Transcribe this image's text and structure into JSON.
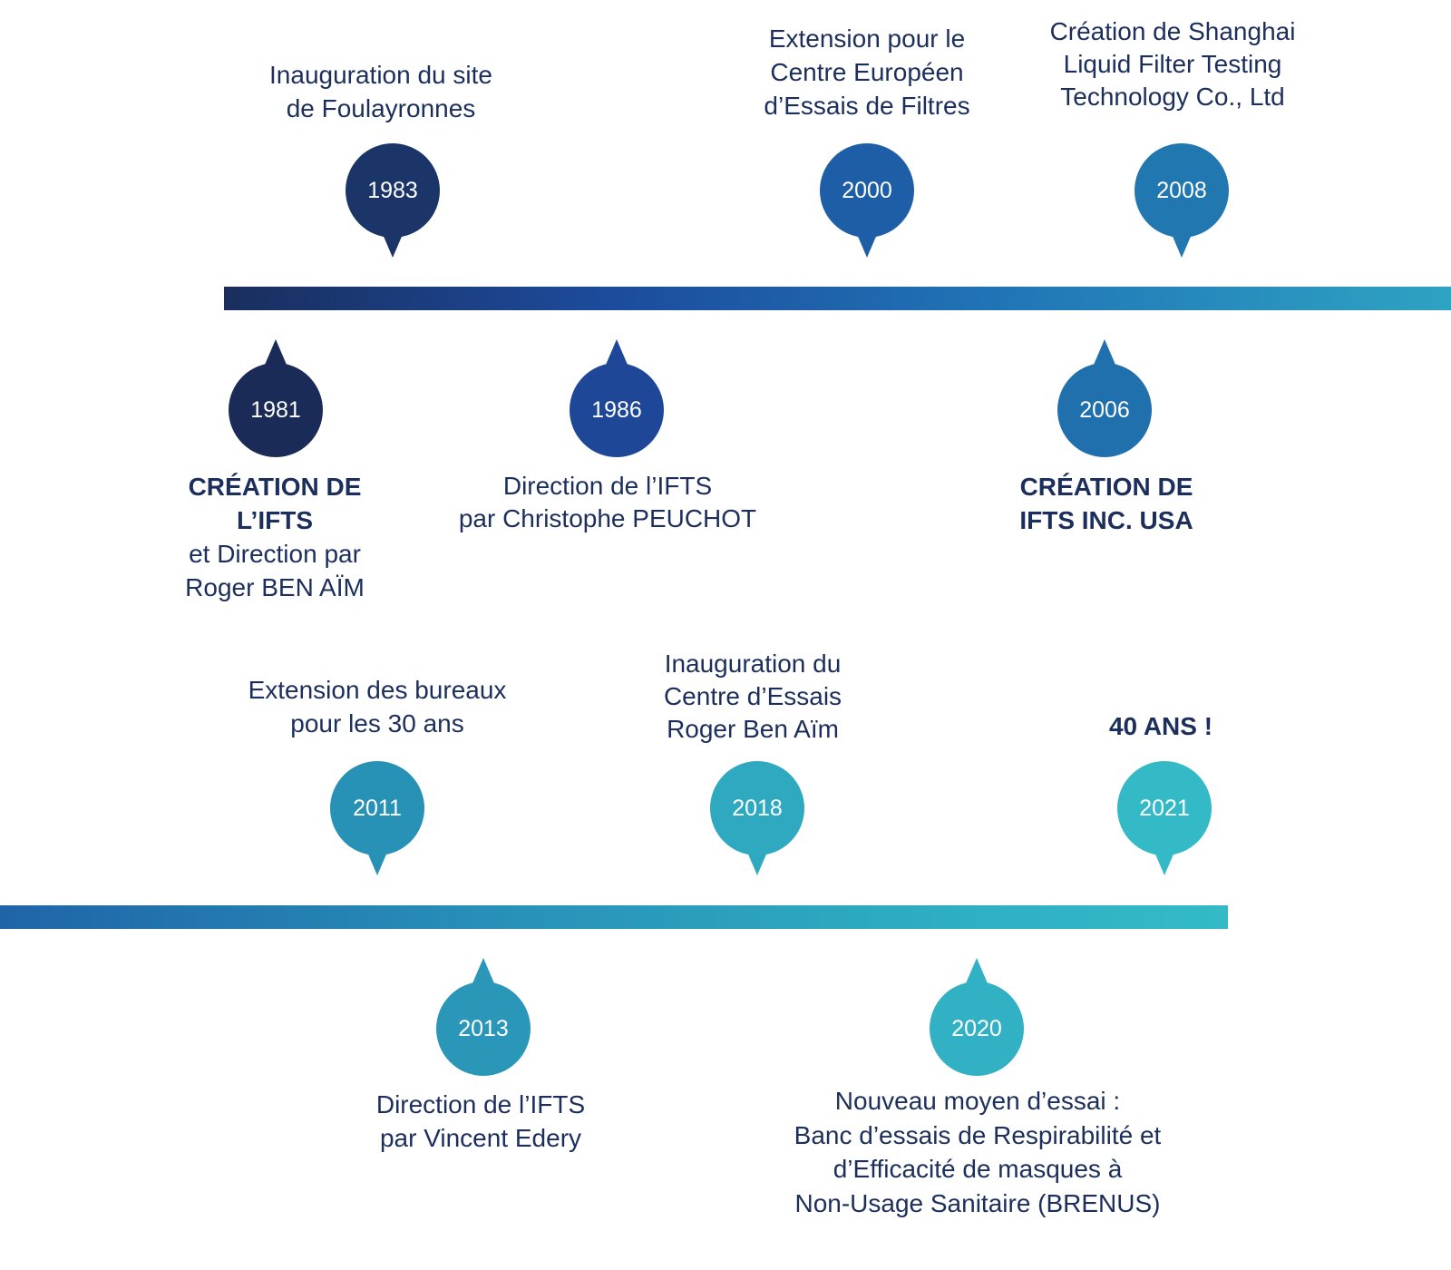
{
  "colors": {
    "text": "#1c2f5c",
    "y1981": "#1a2b58",
    "y1983": "#1b3568",
    "y1986": "#1e4797",
    "y2000": "#1e5ea6",
    "y2006": "#2070ae",
    "y2008": "#2177b0",
    "y2011": "#2891b6",
    "y2013": "#2a96b8",
    "y2018": "#2ea9c0",
    "y2020": "#31b1c3",
    "y2021": "#34b9c6"
  },
  "events": {
    "e1981": {
      "year": "1981",
      "strong": [
        "CRÉATION DE",
        "L’IFTS"
      ],
      "text": [
        "et Direction par",
        "Roger BEN AÏM"
      ]
    },
    "e1983": {
      "year": "1983",
      "text": [
        "Inauguration du site",
        "de Foulayronnes"
      ]
    },
    "e1986": {
      "year": "1986",
      "text": [
        "Direction de l’IFTS",
        "par Christophe PEUCHOT"
      ]
    },
    "e2000": {
      "year": "2000",
      "text": [
        "Extension pour le",
        "Centre Européen",
        "d’Essais de Filtres"
      ]
    },
    "e2006": {
      "year": "2006",
      "strong": [
        "CRÉATION DE",
        "IFTS INC. USA"
      ]
    },
    "e2008": {
      "year": "2008",
      "text": [
        "Création de Shanghai",
        "Liquid Filter Testing",
        "Technology Co., Ltd"
      ]
    },
    "e2011": {
      "year": "2011",
      "text": [
        "Extension des bureaux",
        "pour les 30 ans"
      ]
    },
    "e2013": {
      "year": "2013",
      "text": [
        "Direction de l’IFTS",
        "par Vincent Edery"
      ]
    },
    "e2018": {
      "year": "2018",
      "text": [
        "Inauguration du",
        "Centre d’Essais",
        "Roger Ben Aïm"
      ]
    },
    "e2020": {
      "year": "2020",
      "text": [
        "Nouveau moyen d’essai :",
        "Banc d’essais de Respirabilité et",
        "d’Efficacité de masques à",
        "Non-Usage Sanitaire (BRENUS)"
      ]
    },
    "e2021": {
      "year": "2021",
      "strong": [
        "40 ANS !"
      ]
    }
  }
}
